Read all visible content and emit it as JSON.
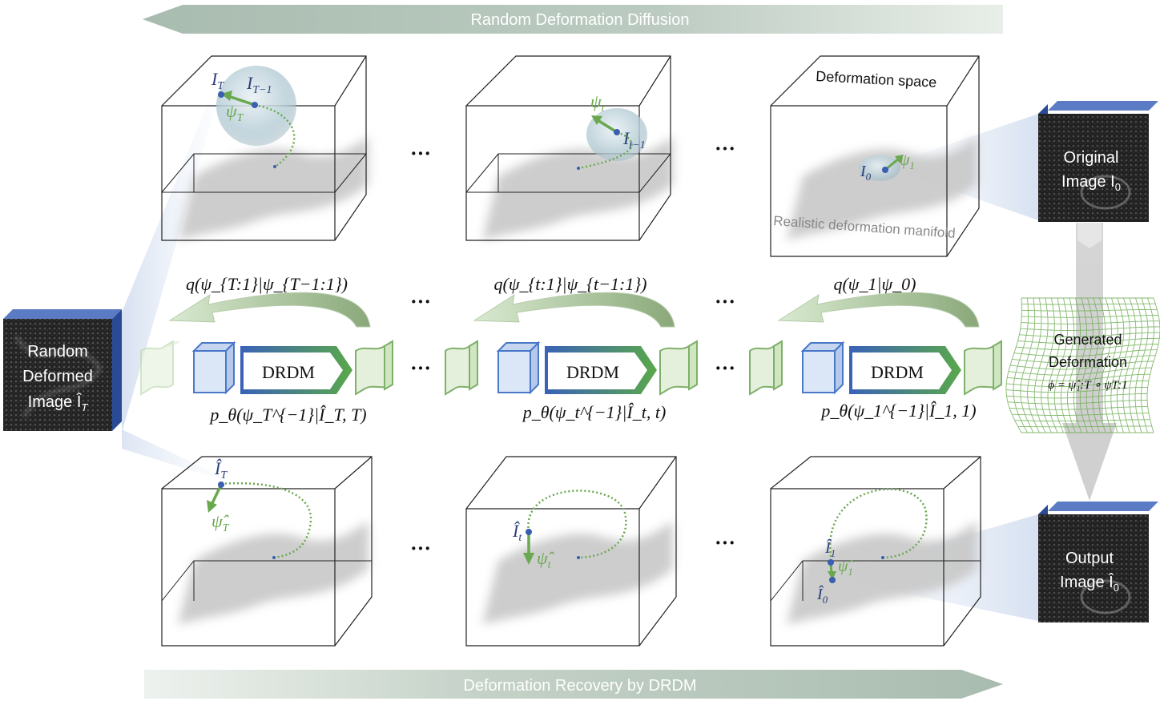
{
  "banners": {
    "top": "Random Deformation Diffusion",
    "bottom": "Deformation Recovery by DRDM"
  },
  "top_row": {
    "deformation_space_label": "Deformation space",
    "manifold_label": "Realistic deformation manifold",
    "box1": {
      "label_a": "I",
      "label_a_sub": "T",
      "label_b": "I",
      "label_b_sub": "T−1",
      "arrow_label": "ψ",
      "arrow_label_sub": "T"
    },
    "box2": {
      "arrow_label": "ψ",
      "arrow_label_sub": "t",
      "point_label": "I",
      "point_label_sub": "t−1"
    },
    "box3": {
      "point_label": "I",
      "point_label_sub": "0",
      "arrow_label": "ψ",
      "arrow_label_sub": "1"
    }
  },
  "ellipsis": "···",
  "middle": {
    "q_labels": [
      "q(ψ_{T:1}|ψ_{T−1:1})",
      "q(ψ_{t:1}|ψ_{t−1:1})",
      "q(ψ_1|ψ_0)"
    ],
    "model_label": "DRDM",
    "p_labels": [
      "p_θ(ψ_T^{−1}|Î_T, T)",
      "p_θ(ψ_t^{−1}|Î_t, t)",
      "p_θ(ψ_1^{−1}|Î_1, 1)"
    ]
  },
  "bottom_row": {
    "box1": {
      "point_label": "Î",
      "point_label_sub": "T",
      "arrow_label": "ψ̂",
      "arrow_label_sub": "T"
    },
    "box2": {
      "point_label": "Î",
      "point_label_sub": "t",
      "arrow_label": "ψ̂",
      "arrow_label_sub": "t"
    },
    "box3": {
      "point_a": "Î",
      "point_a_sub": "1",
      "arrow_label": "ψ̂",
      "arrow_label_sub": "1",
      "point_b": "Î",
      "point_b_sub": "0"
    }
  },
  "side_panels": {
    "random_deformed": {
      "line1": "Random",
      "line2": "Deformed",
      "line3": "Image Î",
      "line3_sub": "T"
    },
    "original": {
      "line1": "Original",
      "line2": "Image I",
      "line2_sub": "0"
    },
    "generated": {
      "line1": "Generated",
      "line2": "Deformation",
      "formula": "ϕ = ψ̂₁:T ∘ ψT:1"
    },
    "output": {
      "line1": "Output",
      "line2": "Image Î",
      "line2_sub": "0"
    }
  },
  "colors": {
    "banner": "#b9c9bf",
    "green": "#6aa84f",
    "blue_point": "#3a5fb0",
    "panel_blue": "#2f4f9a",
    "manifold": "#c8c8c8"
  }
}
